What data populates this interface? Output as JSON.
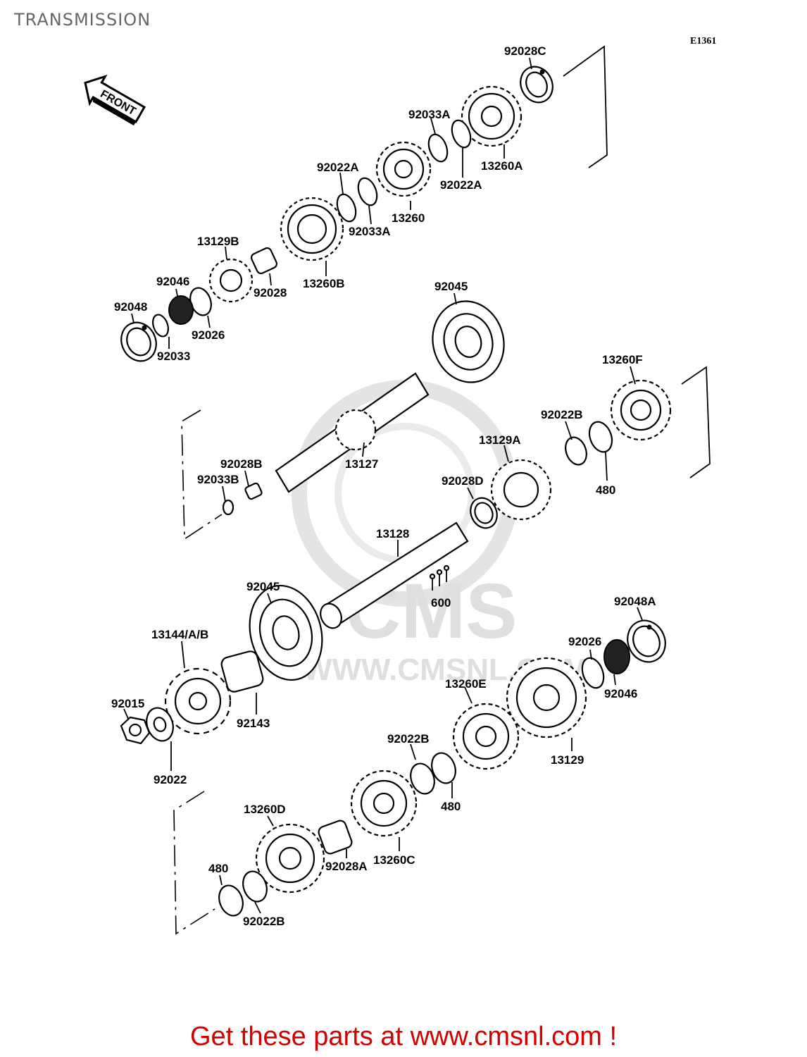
{
  "title": "TRANSMISSION",
  "diagram_code": "E1361",
  "front_label": "FRONT",
  "watermark": {
    "brand": "CMS",
    "url": "WWW.CMSNL.COM"
  },
  "footer": "Get these parts at www.cmsnl.com !",
  "parts": {
    "p_92028C": "92028C",
    "p_92033A_top": "92033A",
    "p_13260A": "13260A",
    "p_92022A_right": "92022A",
    "p_92022A_left": "92022A",
    "p_13260": "13260",
    "p_92033A_low": "92033A",
    "p_13129B": "13129B",
    "p_13260B": "13260B",
    "p_92028": "92028",
    "p_92046_top": "92046",
    "p_92048": "92048",
    "p_92026_top": "92026",
    "p_92033": "92033",
    "p_92045_top": "92045",
    "p_13260F": "13260F",
    "p_92022B_right": "92022B",
    "p_480_right": "480",
    "p_13129A": "13129A",
    "p_92028B": "92028B",
    "p_92033B": "92033B",
    "p_13127": "13127",
    "p_92028D": "92028D",
    "p_13128": "13128",
    "p_600": "600",
    "p_92045_mid": "92045",
    "p_92048A": "92048A",
    "p_13144": "13144/A/B",
    "p_92026_bot": "92026",
    "p_92046_bot": "92046",
    "p_13260E": "13260E",
    "p_92015": "92015",
    "p_92143": "92143",
    "p_92022": "92022",
    "p_13129": "13129",
    "p_92022B_mid": "92022B",
    "p_480_mid": "480",
    "p_13260D": "13260D",
    "p_92028A": "92028A",
    "p_13260C": "13260C",
    "p_480_low": "480",
    "p_92022B_low": "92022B"
  }
}
